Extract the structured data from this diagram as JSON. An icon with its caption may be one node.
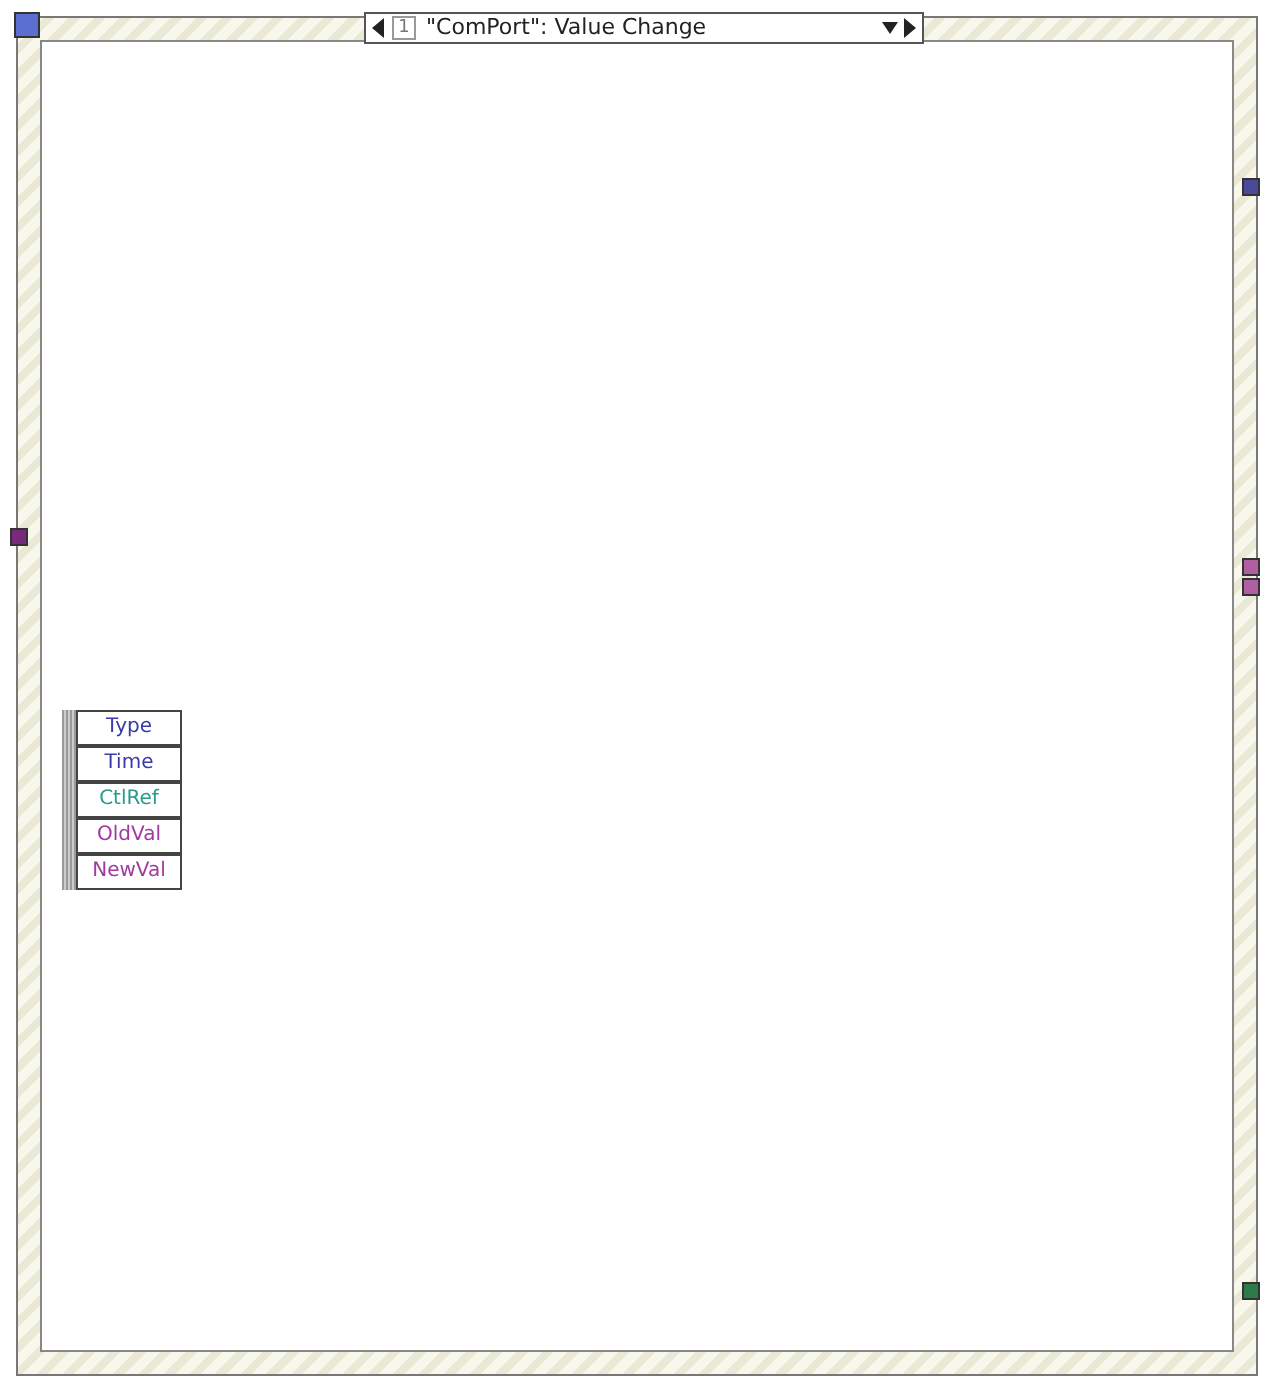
{
  "diagram": {
    "nodes": [
      {
        "text": [
          "\"ComPort\": Value Change"
        ]
      },
      {
        "text": [
          "Type",
          "Time",
          "CtlRef",
          "OldVal",
          "NewVal"
        ],
        "in": 0
      }
    ],
    "labels": [
      "1"
    ]
  }
}
